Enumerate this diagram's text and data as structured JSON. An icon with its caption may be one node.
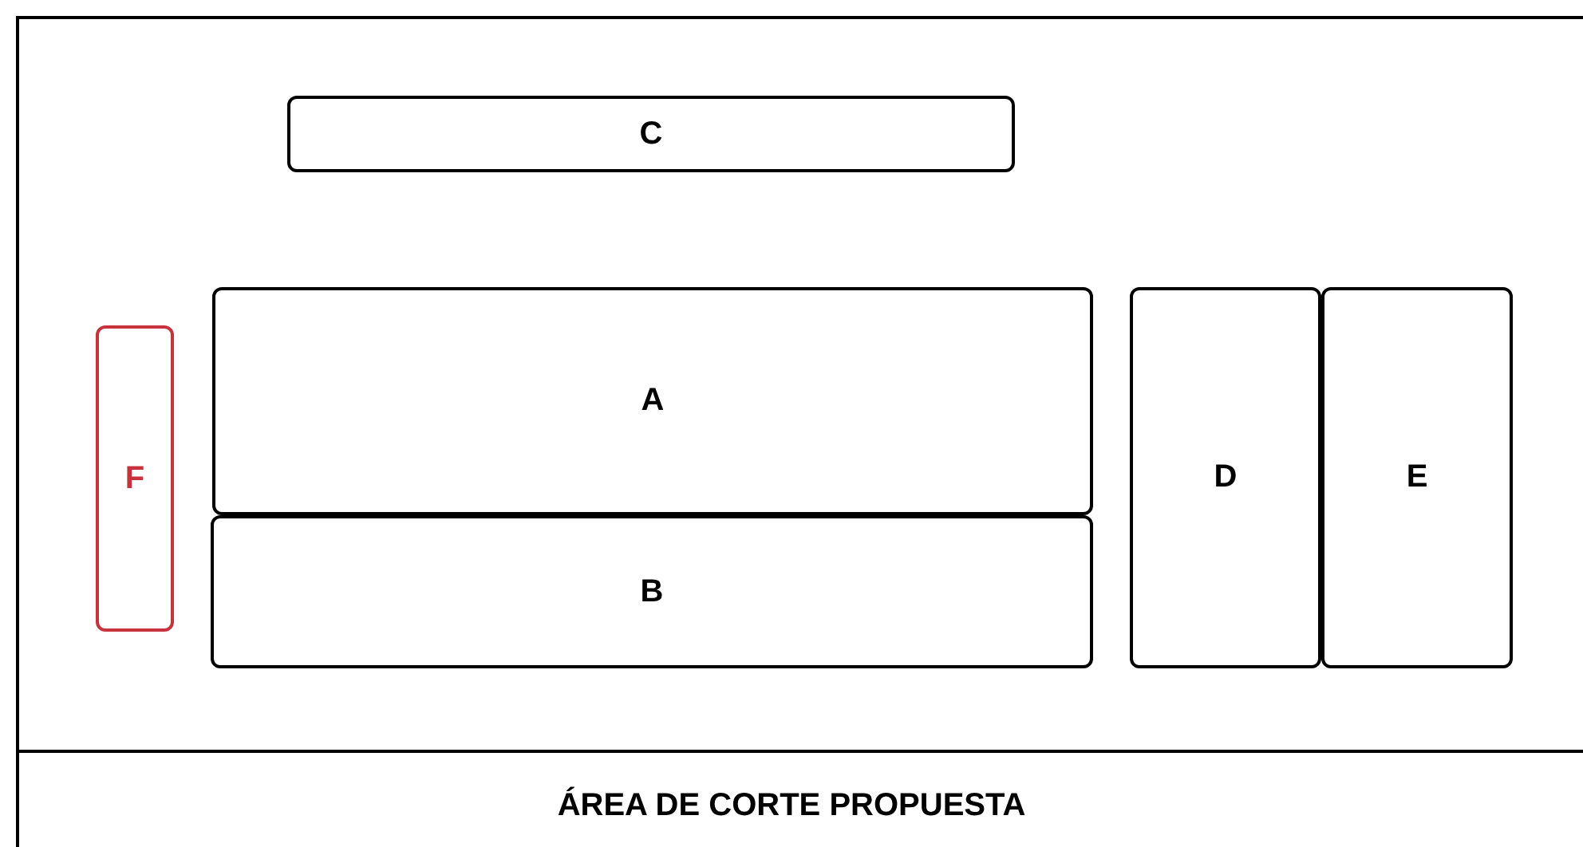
{
  "diagram": {
    "nodes": [
      {
        "text": [
          "ÁREA DE CORTE PROPUESTA"
        ]
      },
      {
        "text": [
          "C"
        ],
        "in": 0
      },
      {
        "text": [
          "F"
        ],
        "in": 0
      },
      {
        "text": [
          "A"
        ],
        "in": 0
      },
      {
        "text": [
          "B"
        ],
        "in": 0
      },
      {
        "text": [
          "D"
        ],
        "in": 0
      },
      {
        "text": [
          "E"
        ],
        "in": 0
      }
    ]
  }
}
